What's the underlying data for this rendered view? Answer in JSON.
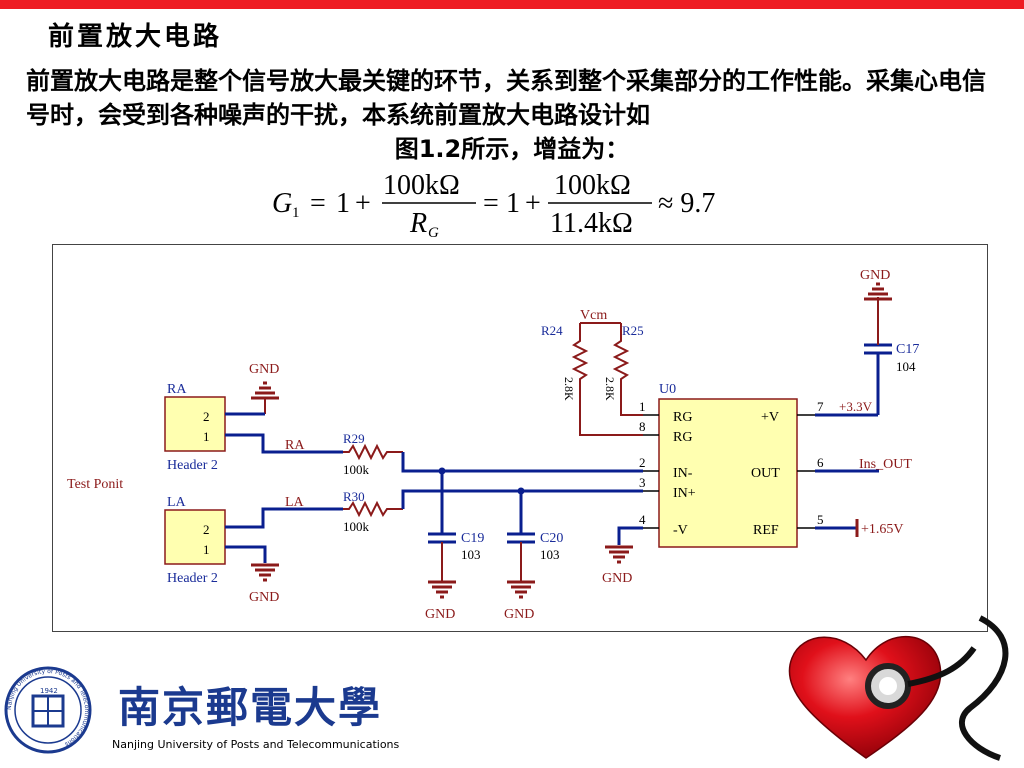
{
  "slide": {
    "title": "前置放大电路",
    "paragraph": "前置放大电路是整个信号放大最关键的环节，关系到整个采集部分的工作性能。采集心电信号时，会受到各种噪声的干扰，本系统前置放大电路设计如",
    "figure_ref_pre": "图",
    "figure_ref_num": "1.2",
    "figure_ref_post": "所示，增益为："
  },
  "formula": {
    "lhs": "G",
    "lhs_sub": "1",
    "one": "1",
    "num1": "100kΩ",
    "den1": "R",
    "den1_sub": "G",
    "num2": "100kΩ",
    "den2": "11.4kΩ",
    "result": "≈ 9.7"
  },
  "schematic": {
    "test_point": "Test Ponit",
    "gnd": "GND",
    "vcm": "Vcm",
    "r24": "R24",
    "r25": "R25",
    "r24_val": "2.8K",
    "r25_val": "2.8K",
    "ra_header": "RA",
    "la_header": "LA",
    "header_type": "Header 2",
    "pin2": "2",
    "pin1": "1",
    "ra_net": "RA",
    "la_net": "LA",
    "r29": "R29",
    "r30": "R30",
    "r_100k": "100k",
    "c19": "C19",
    "c20": "C20",
    "cap_103": "103",
    "c17": "C17",
    "c17_val": "104",
    "u0": "U0",
    "pin_rg1": "RG",
    "pin_rg2": "RG",
    "pin_inm": "IN-",
    "pin_inp": "IN+",
    "pin_vm": "-V",
    "pin_vp": "+V",
    "pin_out": "OUT",
    "pin_ref": "REF",
    "pn1": "1",
    "pn8": "8",
    "pn2": "2",
    "pn3": "3",
    "pn4": "4",
    "pn7": "7",
    "pn6": "6",
    "pn5": "5",
    "v33": "+3.3V",
    "ins_out": "Ins_OUT",
    "v165": "+1.65V"
  },
  "footer": {
    "university_en": "Nanjing University of Posts and Telecommunications",
    "university_cn": "南京郵電大學",
    "seal_year": "1942",
    "seal_ring_text": "Nanjing University of Posts and Telecommunications"
  },
  "colors": {
    "accent_bar": "#ee1c23",
    "wire": "#0a1f8f",
    "component": "#8b1a1a",
    "header_fill": "#ffffb0",
    "ic_fill": "#ffffb0",
    "label_blue": "#1a2c9a",
    "logo_blue": "#1b3a8f"
  }
}
